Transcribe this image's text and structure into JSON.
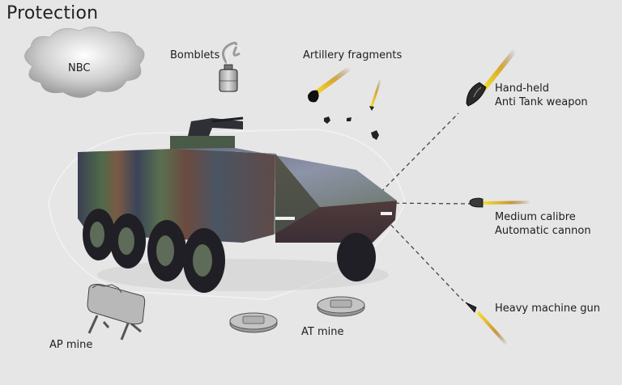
{
  "title": "Protection",
  "threats": {
    "nbc": {
      "label": "NBC",
      "icon": "cloud-icon"
    },
    "bomblets": {
      "label": "Bomblets",
      "icon": "bomblet-icon"
    },
    "artillery": {
      "label": "Artillery fragments",
      "icon": "fragments-icon"
    },
    "at_weapon": {
      "line1": "Hand-held",
      "line2": "Anti Tank weapon",
      "icon": "rocket-icon"
    },
    "medium_calibre": {
      "line1": "Medium calibre",
      "line2": "Automatic cannon",
      "icon": "shell-icon"
    },
    "heavy_mg": {
      "label": "Heavy machine gun",
      "icon": "bullet-icon"
    },
    "ap_mine": {
      "label": "AP mine",
      "icon": "ap-mine-icon"
    },
    "at_mine": {
      "label": "AT mine",
      "icon": "at-mine-icon"
    }
  },
  "colors": {
    "background": "#e6e6e6",
    "trail_yellow": "#f2d21a",
    "trail_brown": "#8a6a3a",
    "camo_green": "#4f6a4a",
    "camo_brown": "#7a4a3a",
    "camo_dark": "#2e3340"
  }
}
